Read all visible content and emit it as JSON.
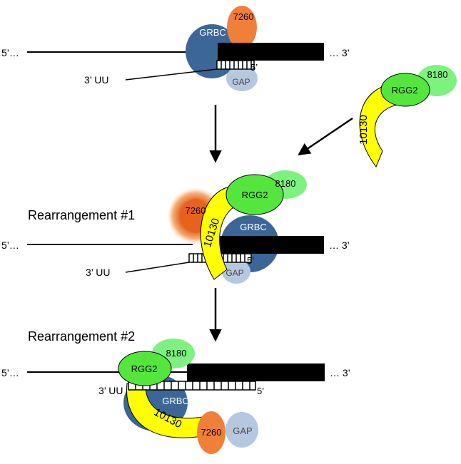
{
  "stage1": {
    "five_prime_left": "5’…",
    "three_prime_right": "… 3’",
    "three_prime_uu": "3’ UU",
    "five_prime_small": "5’",
    "grbc": "GRBC",
    "p7260": "7260",
    "gap": "GAP"
  },
  "incoming": {
    "rgg2": "RGG2",
    "p8180": "8180",
    "p10130": "10130"
  },
  "stage2": {
    "heading": "Rearrangement #1",
    "five_prime_left": "5’…",
    "three_prime_right": "… 3’",
    "three_prime_uu": "3’ UU",
    "five_prime_small": "5’",
    "grbc": "GRBC",
    "p7260": "7260",
    "gap": "GAP",
    "rgg2": "RGG2",
    "p8180": "8180",
    "p10130": "10130"
  },
  "stage3": {
    "heading": "Rearrangement #2",
    "five_prime_left": "5’…",
    "three_prime_right": "… 3’",
    "three_prime_uu": "3’ UU",
    "five_prime_small": "5’",
    "grbc": "GRBC",
    "p7260": "7260",
    "gap": "GAP",
    "rgg2": "RGG2",
    "p8180": "8180",
    "p10130": "10130"
  },
  "colors": {
    "grbc": "#3b6696",
    "p7260": "#f07f3a",
    "gap": "#b6c8e0",
    "rgg2": "#55e63e",
    "p8180": "#7ef27f",
    "p10130": "#ffff00",
    "rna": "#000000"
  }
}
